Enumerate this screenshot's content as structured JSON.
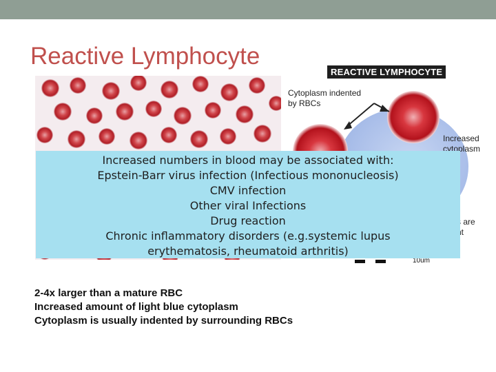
{
  "slide": {
    "title": "Reactive Lymphocyte",
    "accent_color": "#c0504d",
    "band_color": "#8f9e94"
  },
  "diagram": {
    "heading": "REACTIVE LYMPHOCYTE",
    "note_indented": "Cytoplasm indented\nby RBCs",
    "note_increased": "Increased\ncytoplasm",
    "note_partial": "s are\nnt",
    "scale_label": "10um"
  },
  "callout": {
    "bg_color": "#a6e0f0",
    "lines": [
      "Increased numbers in blood may be associated with:",
      "Epstein-Barr virus infection (Infectious mononucleosis)",
      "CMV infection",
      "Other viral Infections",
      "Drug reaction",
      "Chronic inflammatory disorders (e.g.systemic lupus erythematosis, rheumatoid arthritis)"
    ]
  },
  "notes": [
    "2-4x larger than a mature RBC",
    "Increased amount of light blue cytoplasm",
    "Cytoplasm is usually indented by surrounding RBCs"
  ]
}
